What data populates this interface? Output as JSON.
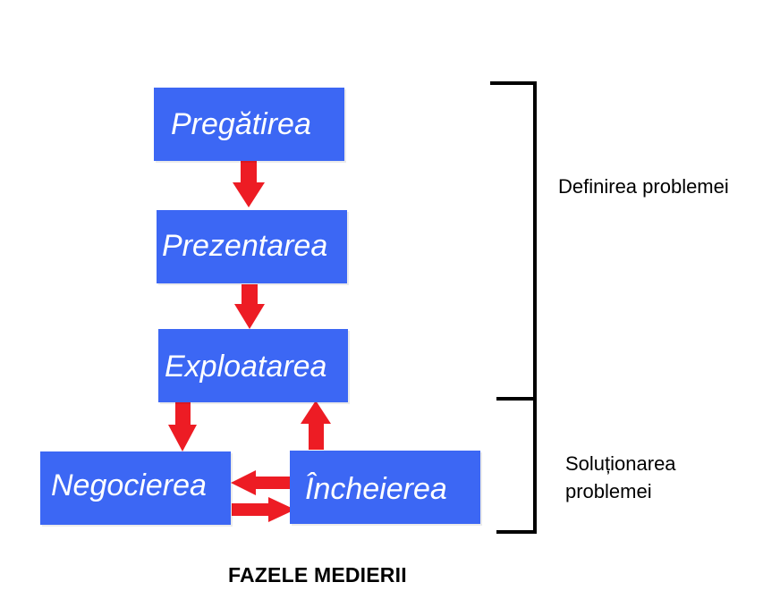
{
  "phases": {
    "pregatirea": "Pregătirea",
    "prezentarea": "Prezentarea",
    "exploatarea": "Exploatarea",
    "negocierea": "Negocierea",
    "incheierea": "Încheierea"
  },
  "groups": {
    "definire": "Definirea problemei",
    "solutionare_line1": "Soluționarea",
    "solutionare_line2": "problemei"
  },
  "title": "FAZELE MEDIERII",
  "colors": {
    "box": "#3c67f4",
    "arrow": "#ed1c24",
    "bracket": "#000000"
  }
}
